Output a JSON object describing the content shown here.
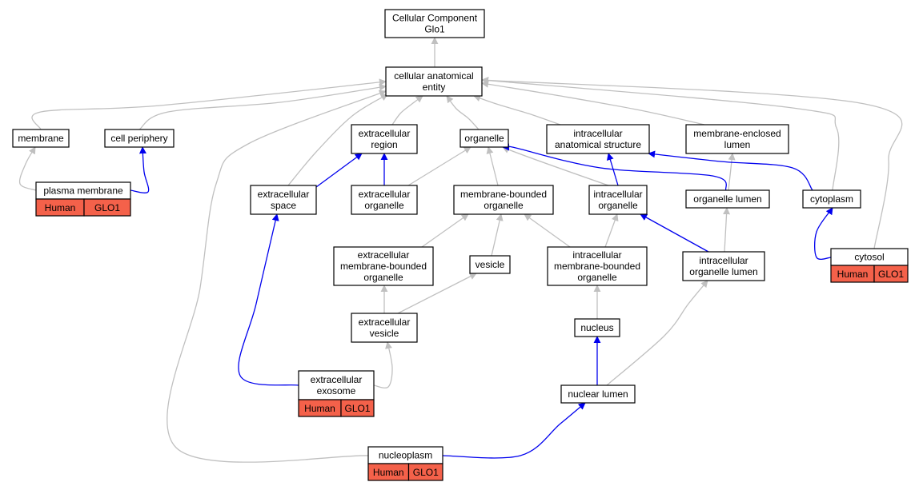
{
  "colors": {
    "grey_edge": "#c0c0c0",
    "blue_edge": "#0000ee",
    "annotation_fill": "#f4614a",
    "node_border": "#000000"
  },
  "nodes": {
    "root": {
      "lines": [
        "Cellular Component",
        "Glo1"
      ]
    },
    "cae": {
      "lines": [
        "cellular anatomical",
        "entity"
      ]
    },
    "membrane": {
      "lines": [
        "membrane"
      ]
    },
    "cellperiph": {
      "lines": [
        "cell periphery"
      ]
    },
    "ecregion": {
      "lines": [
        "extracellular",
        "region"
      ]
    },
    "organelle": {
      "lines": [
        "organelle"
      ]
    },
    "intraanat": {
      "lines": [
        "intracellular",
        "anatomical structure"
      ]
    },
    "melumen": {
      "lines": [
        "membrane-enclosed",
        "lumen"
      ]
    },
    "plasmamem": {
      "lines": [
        "plasma membrane"
      ],
      "annotation": [
        "Human",
        "GLO1"
      ]
    },
    "ecspace": {
      "lines": [
        "extracellular",
        "space"
      ]
    },
    "ecorg": {
      "lines": [
        "extracellular",
        "organelle"
      ]
    },
    "mborg": {
      "lines": [
        "membrane-bounded",
        "organelle"
      ]
    },
    "icorg": {
      "lines": [
        "intracellular",
        "organelle"
      ]
    },
    "orglumen": {
      "lines": [
        "organelle lumen"
      ]
    },
    "cytoplasm": {
      "lines": [
        "cytoplasm"
      ]
    },
    "ecmborg": {
      "lines": [
        "extracellular",
        "membrane-bounded",
        "organelle"
      ]
    },
    "vesicle": {
      "lines": [
        "vesicle"
      ]
    },
    "icmborg": {
      "lines": [
        "intracellular",
        "membrane-bounded",
        "organelle"
      ]
    },
    "icorglumen": {
      "lines": [
        "intracellular",
        "organelle lumen"
      ]
    },
    "cytosol": {
      "lines": [
        "cytosol"
      ],
      "annotation": [
        "Human",
        "GLO1"
      ]
    },
    "ecvesicle": {
      "lines": [
        "extracellular",
        "vesicle"
      ]
    },
    "nucleus": {
      "lines": [
        "nucleus"
      ]
    },
    "exosome": {
      "lines": [
        "extracellular",
        "exosome"
      ],
      "annotation": [
        "Human",
        "GLO1"
      ]
    },
    "nuclumen": {
      "lines": [
        "nuclear lumen"
      ]
    },
    "nucleoplasm": {
      "lines": [
        "nucleoplasm"
      ],
      "annotation": [
        "Human",
        "GLO1"
      ]
    }
  },
  "edges": [
    {
      "from": "cae",
      "to": "root",
      "type": "is_a"
    },
    {
      "from": "membrane",
      "to": "cae",
      "type": "is_a"
    },
    {
      "from": "cellperiph",
      "to": "cae",
      "type": "is_a"
    },
    {
      "from": "ecregion",
      "to": "cae",
      "type": "is_a"
    },
    {
      "from": "organelle",
      "to": "cae",
      "type": "is_a"
    },
    {
      "from": "intraanat",
      "to": "cae",
      "type": "is_a"
    },
    {
      "from": "melumen",
      "to": "cae",
      "type": "is_a"
    },
    {
      "from": "ecspace",
      "to": "cae",
      "type": "is_a"
    },
    {
      "from": "cytoplasm",
      "to": "cae",
      "type": "is_a"
    },
    {
      "from": "cytosol",
      "to": "cae",
      "type": "is_a"
    },
    {
      "from": "nucleoplasm",
      "to": "cae",
      "type": "is_a"
    },
    {
      "from": "plasmamem",
      "to": "membrane",
      "type": "is_a"
    },
    {
      "from": "plasmamem",
      "to": "cellperiph",
      "type": "part_of"
    },
    {
      "from": "ecspace",
      "to": "ecregion",
      "type": "part_of"
    },
    {
      "from": "ecorg",
      "to": "ecregion",
      "type": "part_of"
    },
    {
      "from": "ecorg",
      "to": "organelle",
      "type": "is_a"
    },
    {
      "from": "mborg",
      "to": "organelle",
      "type": "is_a"
    },
    {
      "from": "icorg",
      "to": "organelle",
      "type": "is_a"
    },
    {
      "from": "icorg",
      "to": "intraanat",
      "type": "part_of"
    },
    {
      "from": "orglumen",
      "to": "organelle",
      "type": "part_of"
    },
    {
      "from": "orglumen",
      "to": "melumen",
      "type": "is_a"
    },
    {
      "from": "cytoplasm",
      "to": "intraanat",
      "type": "part_of"
    },
    {
      "from": "ecmborg",
      "to": "mborg",
      "type": "is_a"
    },
    {
      "from": "vesicle",
      "to": "mborg",
      "type": "is_a"
    },
    {
      "from": "icmborg",
      "to": "mborg",
      "type": "is_a"
    },
    {
      "from": "icmborg",
      "to": "icorg",
      "type": "is_a"
    },
    {
      "from": "icorglumen",
      "to": "icorg",
      "type": "part_of"
    },
    {
      "from": "icorglumen",
      "to": "orglumen",
      "type": "is_a"
    },
    {
      "from": "cytosol",
      "to": "cytoplasm",
      "type": "part_of"
    },
    {
      "from": "ecvesicle",
      "to": "ecmborg",
      "type": "is_a"
    },
    {
      "from": "ecvesicle",
      "to": "vesicle",
      "type": "is_a"
    },
    {
      "from": "nucleus",
      "to": "icmborg",
      "type": "is_a"
    },
    {
      "from": "exosome",
      "to": "ecvesicle",
      "type": "is_a"
    },
    {
      "from": "exosome",
      "to": "ecspace",
      "type": "part_of"
    },
    {
      "from": "nuclumen",
      "to": "nucleus",
      "type": "part_of"
    },
    {
      "from": "nuclumen",
      "to": "icorglumen",
      "type": "is_a"
    },
    {
      "from": "nucleoplasm",
      "to": "nuclumen",
      "type": "part_of"
    }
  ]
}
